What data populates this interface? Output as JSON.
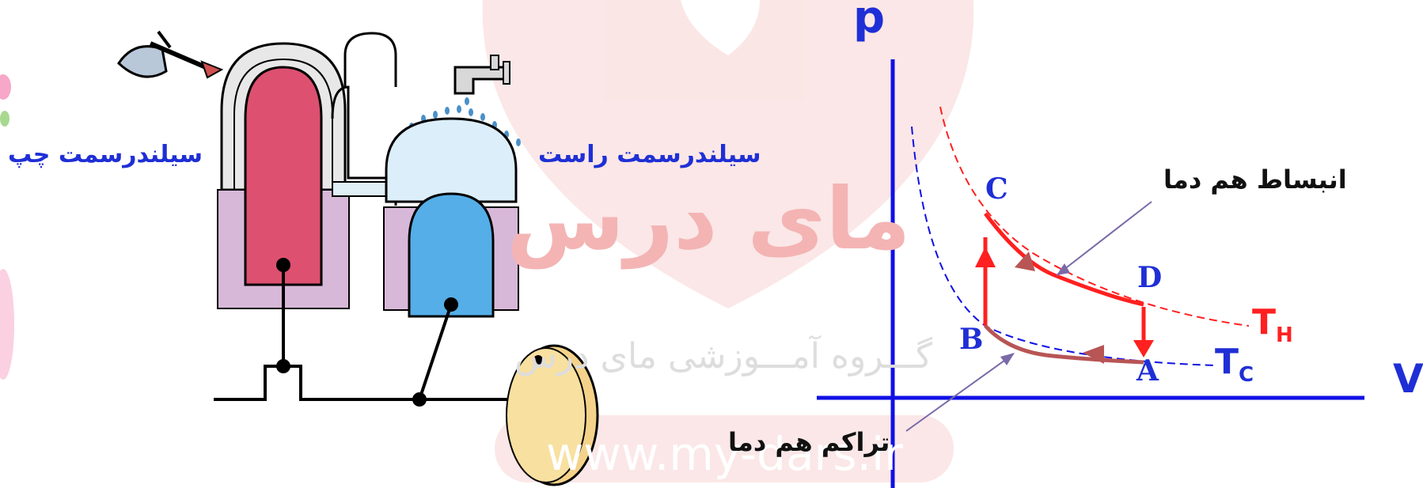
{
  "labels": {
    "left_cylinder": "سیلندرسمت چپ",
    "right_cylinder": "سیلندرسمت راست",
    "isothermal_expansion": "انبساط هم دما",
    "isothermal_compression": "تراکم هم دما"
  },
  "axes": {
    "y": "p",
    "x": "V"
  },
  "points": {
    "a": "A",
    "b": "B",
    "c": "C",
    "d": "D"
  },
  "temperatures": {
    "hot_main": "T",
    "hot_sub": "H",
    "cold_main": "T",
    "cold_sub": "C"
  },
  "watermark": {
    "logo_text": "مای درس",
    "group_text": "گـــروه آمـــوزشی مای درس",
    "url": "www.my-dars.ir"
  },
  "colors": {
    "blue_text": "#1f2fd6",
    "axis_blue": "#1010e6",
    "hot_red": "#ff2020",
    "cold_path": "#b85555",
    "piston_red": "#dd5070",
    "piston_blue": "#55aee8",
    "insulation": "#d8b8d8"
  }
}
